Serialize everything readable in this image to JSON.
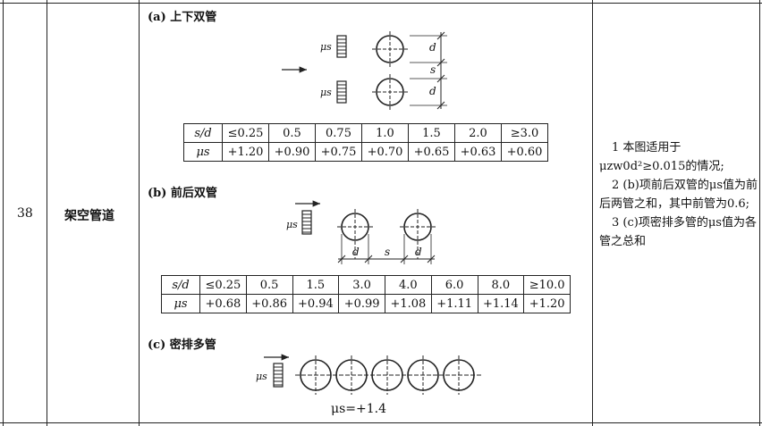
{
  "row": {
    "number": "38",
    "name": "架空管道"
  },
  "section_a": {
    "title": "(a) 上下双管",
    "mu_label": "μs",
    "dim_d": "d",
    "dim_s": "s",
    "table_headers": [
      "s/d",
      "μs"
    ],
    "sd_values": [
      "≤0.25",
      "0.5",
      "0.75",
      "1.0",
      "1.5",
      "2.0",
      "≥3.0"
    ],
    "mu_values": [
      "+1.20",
      "+0.90",
      "+0.75",
      "+0.70",
      "+0.65",
      "+0.63",
      "+0.60"
    ]
  },
  "section_b": {
    "title": "(b) 前后双管",
    "mu_label": "μs",
    "dim_d": "d",
    "dim_s": "s",
    "table_headers": [
      "s/d",
      "μs"
    ],
    "sd_values": [
      "≤0.25",
      "0.5",
      "1.5",
      "3.0",
      "4.0",
      "6.0",
      "8.0",
      "≥10.0"
    ],
    "mu_values": [
      "+0.68",
      "+0.86",
      "+0.94",
      "+0.99",
      "+1.08",
      "+1.11",
      "+1.14",
      "+1.20"
    ]
  },
  "section_c": {
    "title": "(c) 密排多管",
    "mu_label": "μs",
    "formula": "μs=+1.4"
  },
  "notes": [
    "1 本图适用于μzw0d²≥0.015的情况;",
    "2 (b)项前后双管的μs值为前后两管之和，其中前管为0.6;",
    "3 (c)项密排多管的μs值为各管之总和"
  ]
}
